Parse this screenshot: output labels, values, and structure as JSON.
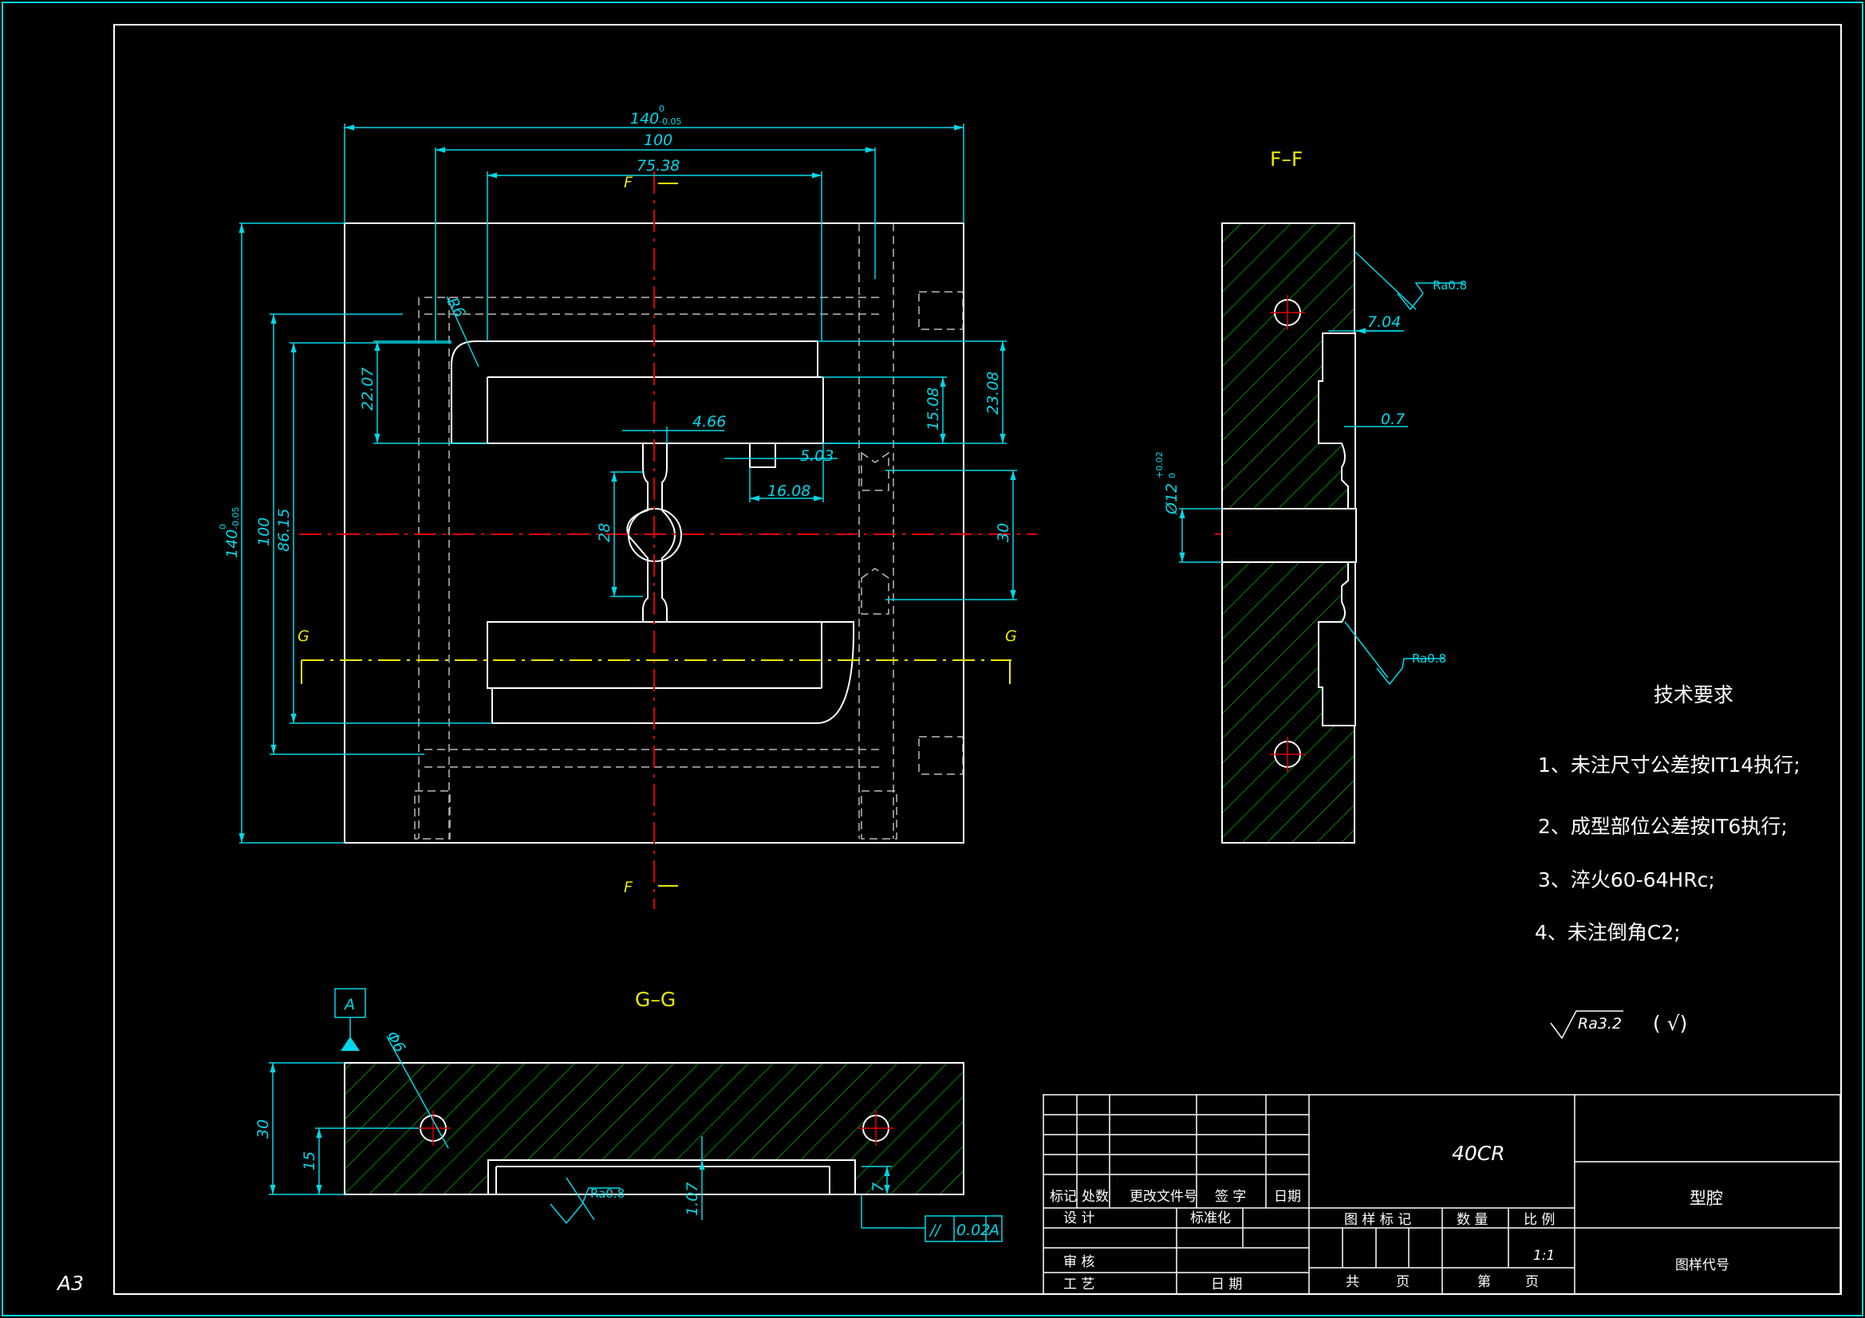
{
  "sheet": {
    "size": "A3"
  },
  "views": {
    "section_ff": "F–F",
    "section_gg": "G–G",
    "cut_label_f": "F",
    "cut_label_g": "G"
  },
  "dimensions": {
    "overall_width": "140",
    "overall_width_tol_upper": "0",
    "overall_width_tol_lower": "-0.05",
    "d100_top": "100",
    "d75_38": "75.38",
    "overall_height": "140",
    "overall_height_tol_upper": "0",
    "overall_height_tol_lower": "-0.05",
    "d100_left": "100",
    "d86_15": "86.15",
    "d22_07": "22.07",
    "r6": "R6",
    "d15_08": "15.08",
    "d23_08": "23.08",
    "d4_66": "4.66",
    "d5_03": "5.03",
    "d16_08": "16.08",
    "d28": "28",
    "d30_right": "30",
    "ff_ra1": "Ra0.8",
    "ff_7_04": "7.04",
    "ff_0_7": "0.7",
    "ff_dia": "Ø12",
    "ff_dia_tol_upper": "+0.02",
    "ff_dia_tol_lower": "0",
    "ff_ra2": "Ra0.8",
    "gg_30": "30",
    "gg_15": "15",
    "gg_phi": "Φ6",
    "gg_ra": "Ra0.8",
    "gg_1_07": "1.07",
    "gg_7": "7",
    "datum": "A",
    "parallel_symbol": "//",
    "parallel_tol": "0.02",
    "parallel_datum": "A"
  },
  "tech_requirements": {
    "title": "技术要求",
    "items": [
      "1、未注尺寸公差按IT14执行;",
      "2、成型部位公差按IT6执行;",
      "3、淬火60-64HRc;",
      "4、未注倒角C2;"
    ],
    "surface_note": "Ra3.2",
    "surface_note_suffix": "( √)"
  },
  "title_block": {
    "material": "40CR",
    "part_name": "型腔",
    "drawing_code_label": "图样代号",
    "h_mark": "标记",
    "h_count": "处数",
    "h_docno": "更改文件号",
    "h_sign": "签 字",
    "h_date": "日期",
    "design": "设 计",
    "standardize": "标准化",
    "review": "审 核",
    "process": "工 艺",
    "date2": "日 期",
    "pattern_mark": "图 样 标 记",
    "quantity": "数 量",
    "scale_label": "比 例",
    "scale": "1:1",
    "total": "共",
    "page1": "页",
    "sheet_no": "第",
    "page2": "页"
  },
  "colors": {
    "outline": "#ffffff",
    "dimension": "#00d8e8",
    "centerline": "#e00000",
    "cutline": "#e8e800",
    "hatch": "#00c000"
  }
}
